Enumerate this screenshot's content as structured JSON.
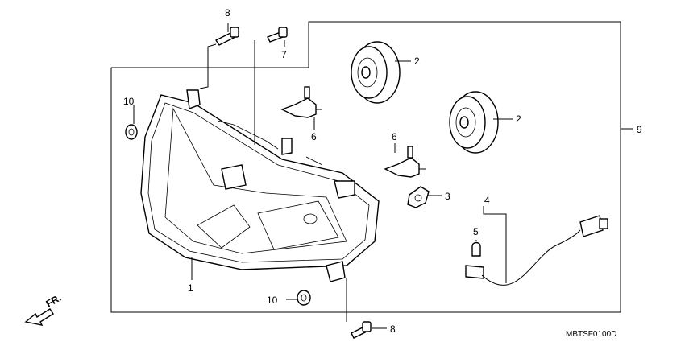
{
  "diagram": {
    "code": "MBTSF0100D",
    "direction_label": "FR.",
    "callouts": {
      "headlight": "1",
      "socket_cover_a": "2",
      "socket_cover_b": "2",
      "position_socket": "3",
      "sub_harness": "4",
      "position_bulb": "5",
      "headlight_bulb_a": "6",
      "headlight_bulb_b": "6",
      "screw_top": "7",
      "bolt_top": "8",
      "bolt_bottom": "8",
      "case_assembly": "9",
      "grommet_left": "10",
      "grommet_bottom": "10"
    }
  }
}
